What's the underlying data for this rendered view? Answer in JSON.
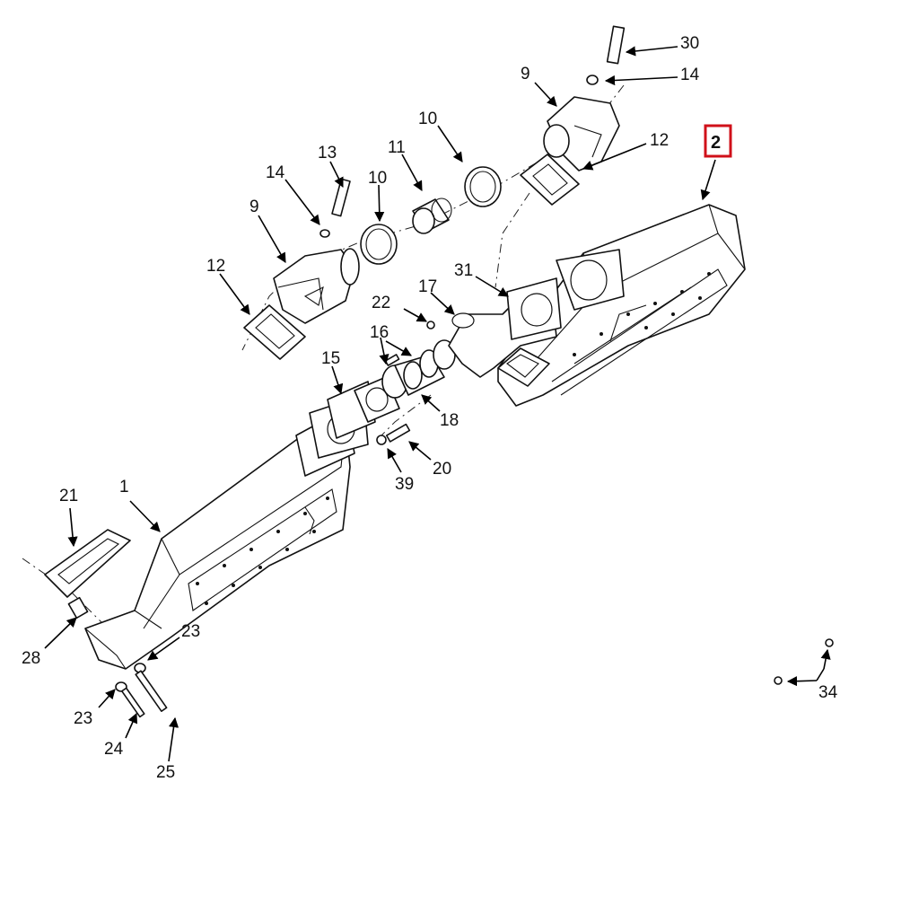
{
  "callouts": {
    "c30": "30",
    "c14a": "14",
    "c9a": "9",
    "c12a": "12",
    "c2": "2",
    "c10a": "10",
    "c11": "11",
    "c13": "13",
    "c14b": "14",
    "c10b": "10",
    "c9b": "9",
    "c12b": "12",
    "c31": "31",
    "c17": "17",
    "c22": "22",
    "c16": "16",
    "c15": "15",
    "c18": "18",
    "c20": "20",
    "c39": "39",
    "c21": "21",
    "c1": "1",
    "c28": "28",
    "c23a": "23",
    "c23b": "23",
    "c24": "24",
    "c25": "25",
    "c34": "34"
  },
  "highlighted_callout": "2",
  "colors": {
    "highlight": "#d0101a",
    "line": "#111111",
    "background": "#ffffff"
  }
}
